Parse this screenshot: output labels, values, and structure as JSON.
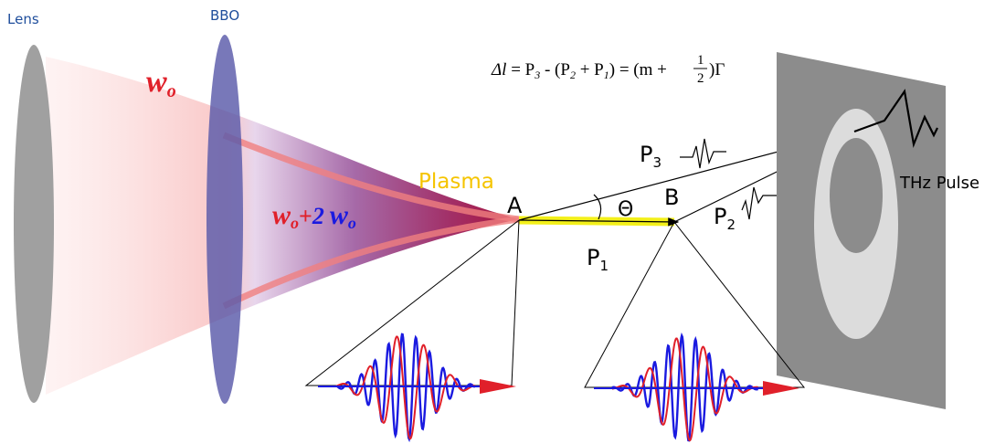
{
  "labels": {
    "lens": "Lens",
    "bbo": "BBO",
    "omega_red": "w",
    "omega_sub": "o",
    "mix_w1": "w",
    "mix_sub1": "o",
    "mix_plus": "+",
    "mix_two": "2",
    "mix_w2": "w",
    "mix_sub2": "o",
    "plasma": "Plasma",
    "point_a": "A",
    "point_b": "B",
    "theta": "Θ",
    "p1": "P",
    "p1_sub": "1",
    "p2": "P",
    "p2_sub": "2",
    "p3": "P",
    "p3_sub": "3",
    "thz_pulse": "THz Pulse"
  },
  "equation": {
    "delta": "Δl",
    "eq1": " = P",
    "sub3": "3",
    "minus": " -  (P",
    "sub2": "2",
    "plus": " + P",
    "sub1": "1",
    "eq2": ") = (m + ",
    "num": "1",
    "den": "2",
    "gamma": ")Γ"
  },
  "colors": {
    "lens": "#a0a0a0",
    "bbo": "#6a6ab0",
    "beam_red": "#e0202a",
    "beam_blue": "#1a1ae0",
    "plasma_label": "#f5c400",
    "plasma_line": "#f3f01a",
    "screen": "#8c8c8c",
    "ring": "#dcdcdc",
    "label_blue": "#1f4e9c"
  }
}
